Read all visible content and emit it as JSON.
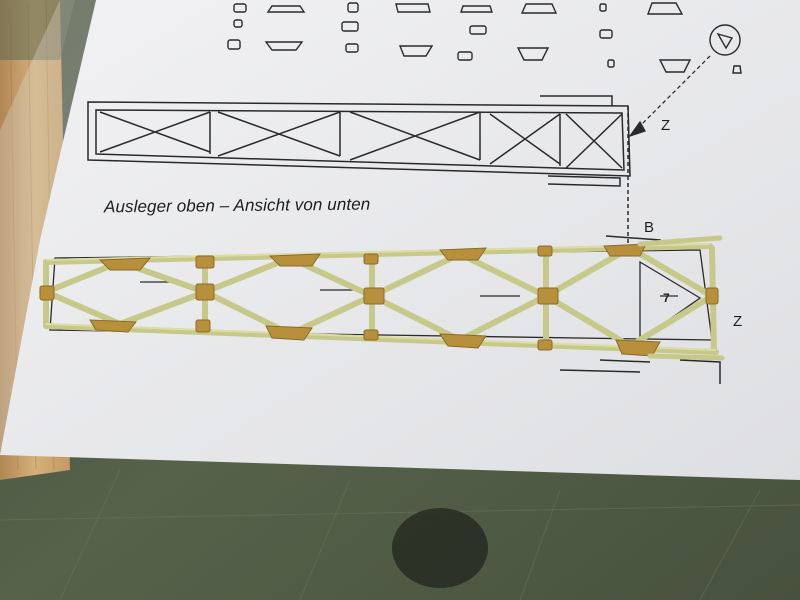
{
  "drawing": {
    "caption": "Ausleger oben – Ansicht von unten",
    "markers": {
      "z_top": "Z",
      "b": "B",
      "z_right": "Z",
      "seven": "7"
    }
  },
  "colors": {
    "table_green": "#4f5b45",
    "wood": "#c9a56f",
    "paper": "#ebebed",
    "line": "#2a2a2a",
    "strip": "#c9c98a",
    "brass": "#b8903c"
  }
}
